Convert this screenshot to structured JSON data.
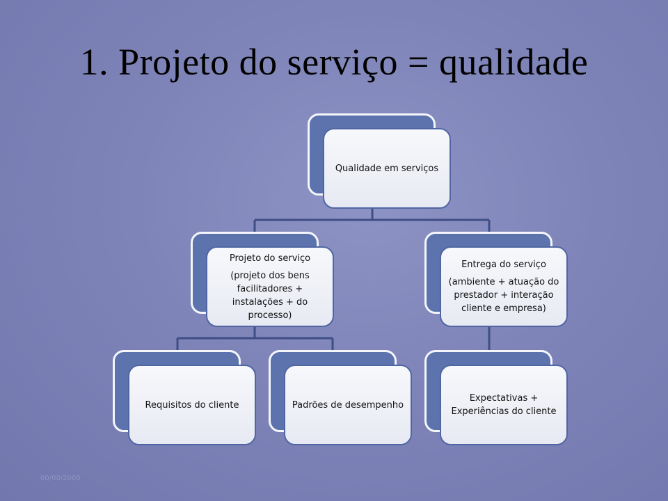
{
  "slide": {
    "title": "1. Projeto do serviço = qualidade",
    "footer_date": "00/00/2000"
  },
  "diagram": {
    "root": {
      "label": "Qualidade em serviços"
    },
    "left": {
      "label": "Projeto do serviço",
      "detail": "(projeto dos bens facilitadores + instalações + do processo)"
    },
    "right": {
      "label": "Entrega do serviço",
      "detail": "(ambiente + atuação do prestador + interação cliente e empresa)"
    },
    "left_child_1": {
      "label": "Requisitos do cliente"
    },
    "left_child_2": {
      "label": "Padrões de desempenho"
    },
    "right_child": {
      "label": "Expectativas + Experiências do cliente"
    }
  }
}
